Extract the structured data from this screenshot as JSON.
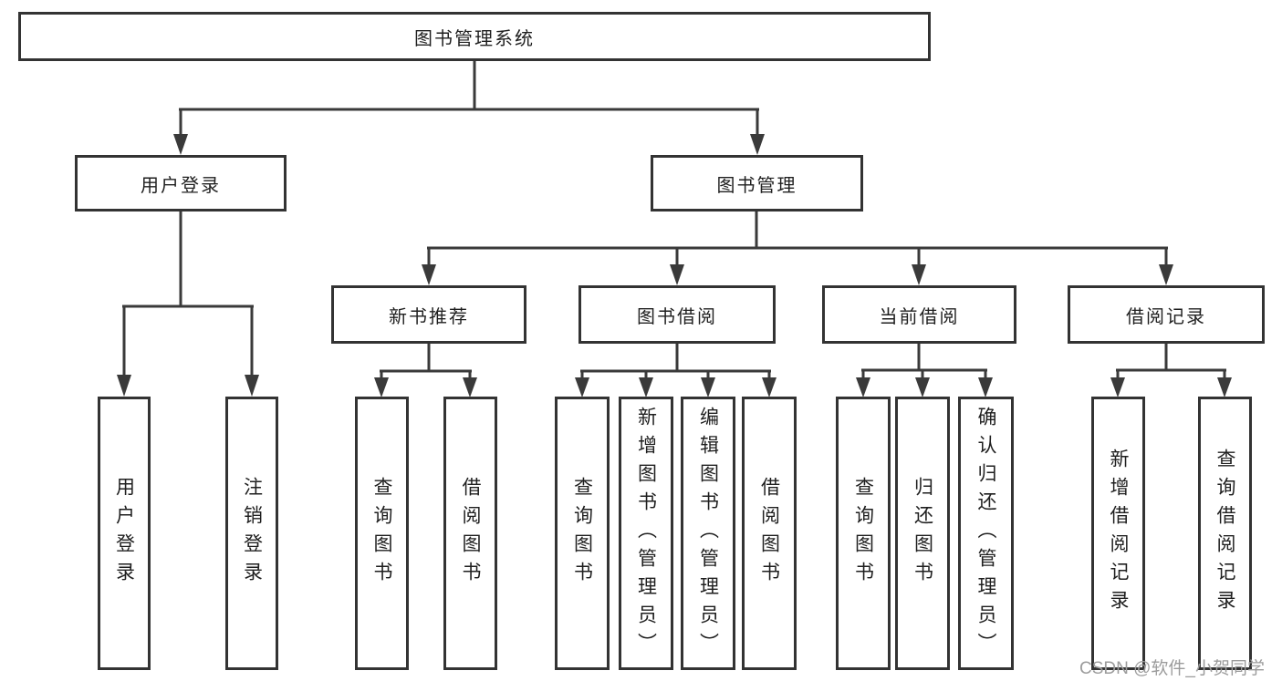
{
  "tree": {
    "label": "图书管理系统",
    "children": [
      {
        "label": "用户登录",
        "children": [
          {
            "label": "用户登录"
          },
          {
            "label": "注销登录"
          }
        ]
      },
      {
        "label": "图书管理",
        "children": [
          {
            "label": "新书推荐",
            "children": [
              {
                "label": "查询图书"
              },
              {
                "label": "借阅图书"
              }
            ]
          },
          {
            "label": "图书借阅",
            "children": [
              {
                "label": "查询图书"
              },
              {
                "label": "新增图书（管理员）"
              },
              {
                "label": "编辑图书（管理员）"
              },
              {
                "label": "借阅图书"
              }
            ]
          },
          {
            "label": "当前借阅",
            "children": [
              {
                "label": "查询图书"
              },
              {
                "label": "归还图书"
              },
              {
                "label": "确认归还（管理员）"
              }
            ]
          },
          {
            "label": "借阅记录",
            "children": [
              {
                "label": "新增借阅记录"
              },
              {
                "label": "查询借阅记录"
              }
            ]
          }
        ]
      }
    ]
  },
  "watermark": {
    "text": "CSDN @软件_小贺同学"
  },
  "colors": {
    "background": "#ffffff",
    "line": "#3a3a3a",
    "box_border": "#333333",
    "text": "#1f1f1f",
    "watermark": "#9c9c9c"
  }
}
